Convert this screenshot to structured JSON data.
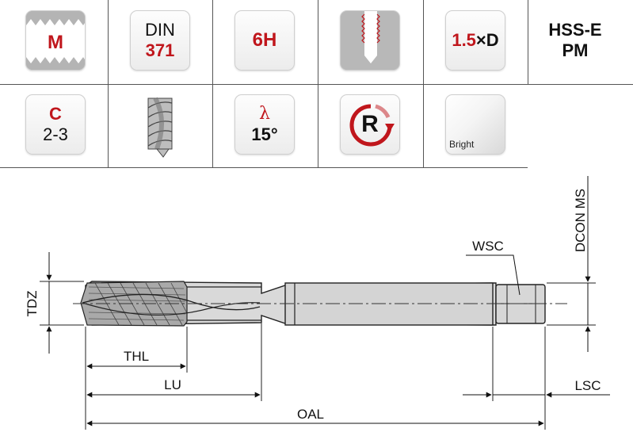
{
  "icons": {
    "thread": {
      "label": "M"
    },
    "standard": {
      "line1": "DIN",
      "line2": "371"
    },
    "tolerance": {
      "label": "6H"
    },
    "hole_type": {
      "icon": "blind-hole-thread-icon"
    },
    "depth": {
      "value": "1.5",
      "suffix": "×D"
    },
    "material": {
      "line1": "HSS-E",
      "line2": "PM"
    },
    "chamfer": {
      "line1": "C",
      "line2": "2-3"
    },
    "flute": {
      "icon": "spiral-flute-icon"
    },
    "helix": {
      "symbol": "λ",
      "value": "15°"
    },
    "rotation": {
      "label": "R",
      "icon": "right-hand-rotation-icon"
    },
    "coating": {
      "label": "Bright"
    }
  },
  "drawing": {
    "labels": {
      "tdz": "TDZ",
      "thl": "THL",
      "lu": "LU",
      "oal": "OAL",
      "wsc": "WSC",
      "dcon": "DCON MS",
      "lsc": "LSC"
    }
  },
  "colors": {
    "accent": "#c0161c",
    "line": "#555555"
  }
}
